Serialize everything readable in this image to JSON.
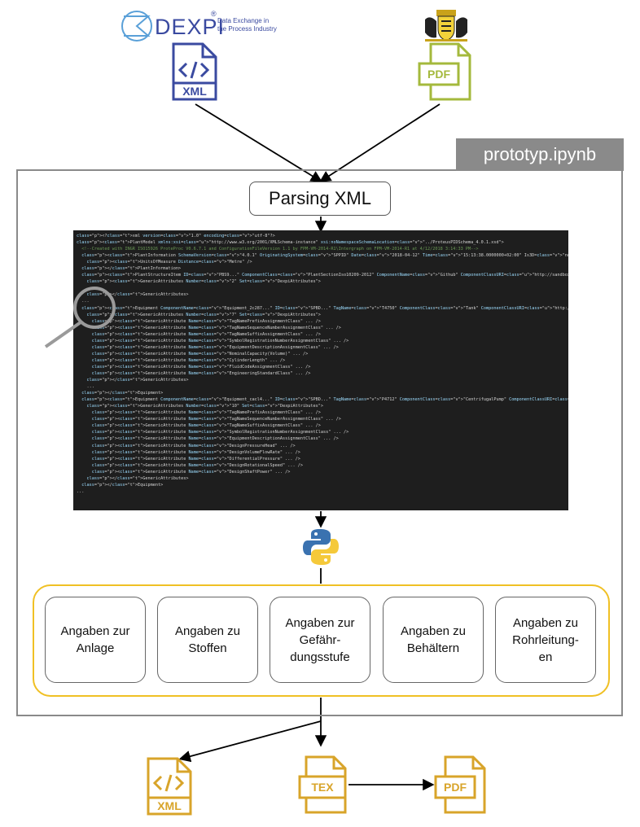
{
  "logos": {
    "dexpi_word": "DEXPI",
    "dexpi_registered": "®",
    "dexpi_subtitle": "Data Exchange in\nthe Process Industry"
  },
  "files_top": {
    "xml_label": "XML",
    "pdf_label": "PDF"
  },
  "prototype": {
    "notebook_label": "prototyp.ipynb",
    "parse_step": "Parsing XML"
  },
  "code_lines": [
    "<?xml version=\"1.0\" encoding=\"utf-8\"?>",
    "<PlantModel xmlns:xsi=\"http://www.w3.org/2001/XMLSchema-instance\" xsi:noNamespaceSchemaLocation=\"../ProteusPIDSchema_4.0.1.xsd\">",
    "  <!--Created with INGR ISO15926 ProteProc V0.6.7.1 and ConfigurationFileVersion 1.1 by FPM-VM-2014-R1\\Intergraph on FPM-VM-2014-R1 at 4/12/2018 3:14:33 PM-->",
    "  <PlantInformation SchemaVersion=\"4.0.1\" OriginatingSystem=\"SPPID\" Date=\"2018-04-12\" Time=\"15:13:38.0000000+02:00\" Is3D=\"no\" Units=\"Metre\" Discipline=\"PID\">",
    "    <UnitsOfMeasure Distance=\"Metre\" />",
    "  </PlantInformation>",
    "  <PlantStructureItem ID=\"PBS9...\" ComponentClass=\"PlantSectionIso10209-2012\" ComponentName=\"Github\" ComponentClassURI=\"http://sandbox.dexpi.org/rdl/PlantSectionIso10209-2012\">",
    "    <GenericAttributes Number=\"2\" Set=\"DexpiAttributes\">",
    "      ...",
    "    </GenericAttributes>",
    "  ...",
    "  <Equipment ComponentName=\"Equipment_2c287...\" ID=\"SPBD...\" TagName=\"T4750\" ComponentClass=\"Tank\" ComponentClassURI=\"http://data.posccaesar.org/rdl/RDS445139\">",
    "    <GenericAttributes Number=\"7\" Set=\"DexpiAttributes\">",
    "      <GenericAttribute Name=\"TagNamePrefixAssignmentClass\" ... />",
    "      <GenericAttribute Name=\"TagNameSequenceNumberAssignmentClass\" ... />",
    "      <GenericAttribute Name=\"TagNameSuffixAssignmentClass\" ... />",
    "      <GenericAttribute Name=\"SymbolRegistrationNumberAssignmentClass\" ... />",
    "      <GenericAttribute Name=\"EquipmentDescriptionAssignmentClass\" ... />",
    "      <GenericAttribute Name=\"NominalCapacity(Volume)\" ... />",
    "      <GenericAttribute Name=\"CylinderLength\" ... />",
    "      <GenericAttribute Name=\"FluidCodeAssignmentClass\" ... />",
    "      <GenericAttribute Name=\"EngineeringStandardClass\" ... />",
    "    </GenericAttributes>",
    "    ...",
    "  </Equipment>",
    "  <Equipment ComponentName=\"Equipment_cacl4...\" ID=\"SPBD...\" TagName=\"P4712\" ComponentClass=\"CentrifugalPump\" ComponentClassURI=\"http://data.posccaesar.org/rdl/RDS416834\">",
    "    <GenericAttributes Number=\"10\" Set=\"DexpiAttributes\">",
    "      <GenericAttribute Name=\"TagNamePrefixAssignmentClass\" ... />",
    "      <GenericAttribute Name=\"TagNameSequenceNumberAssignmentClass\" ... />",
    "      <GenericAttribute Name=\"TagNameSuffixAssignmentClass\" ... />",
    "      <GenericAttribute Name=\"SymbolRegistrationNumberAssignmentClass\" ... />",
    "      <GenericAttribute Name=\"EquipmentDescriptionAssignmentClass\" ... />",
    "      <GenericAttribute Name=\"DesignPressureHead\" ... />",
    "      <GenericAttribute Name=\"DesignVolumeFlowRate\" ... />",
    "      <GenericAttribute Name=\"DifferentialPressure\" ... />",
    "      <GenericAttribute Name=\"DesignRotationalSpeed\" ... />",
    "      <GenericAttribute Name=\"DesignShaftPower\" ... />",
    "    </GenericAttributes>",
    "  </Equipment>",
    "..."
  ],
  "categories": [
    "Angaben zur\nAnlage",
    "Angaben zu\nStoffen",
    "Angaben zur\nGefähr-\ndungsstufe",
    "Angaben zu\nBehältern",
    "Angaben zu\nRohrleitung-\nen"
  ],
  "outputs": {
    "xml_label": "XML",
    "tex_label": "TEX",
    "pdf_label": "PDF"
  },
  "colors": {
    "dexpi_blue": "#3a4aa0",
    "pdf_green": "#a4b93c",
    "output_gold": "#d8a42a",
    "category_border": "#f0c024",
    "frame_gray": "#8a8a8a"
  }
}
